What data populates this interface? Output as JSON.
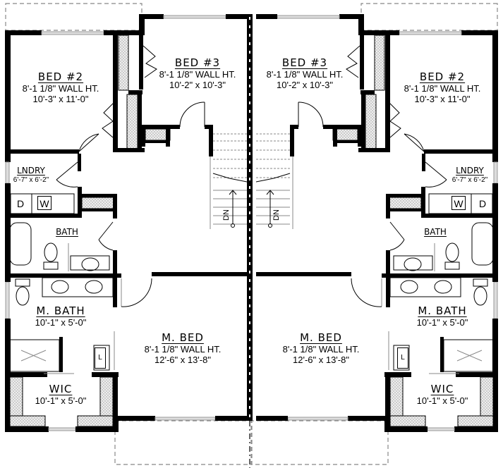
{
  "plan": {
    "type": "duplex-upper-floor",
    "units": [
      {
        "side": "left",
        "rooms": {
          "bed2": {
            "name": "BED #2",
            "wall_height": "8'-1 1/8\" WALL HT.",
            "dims": "10'-3\" x 11'-0\""
          },
          "bed3": {
            "name": "BED #3",
            "wall_height": "8'-1 1/8\" WALL HT.",
            "dims": "10'-2\" x 10'-3\""
          },
          "laundry": {
            "name": "LNDRY",
            "dims": "6'-7\" x 6'-2\""
          },
          "bath": {
            "name": "BATH"
          },
          "master_bath": {
            "name": "M. BATH",
            "dims": "10'-1\" x 5'-0\""
          },
          "master_bed": {
            "name": "M. BED",
            "wall_height": "8'-1 1/8\" WALL HT.",
            "dims": "12'-6\" x 13'-8\""
          },
          "wic": {
            "name": "WIC",
            "dims": "10'-1\" x 5'-0\""
          }
        },
        "appliances": {
          "dryer": "D",
          "washer": "W",
          "linen": "L"
        },
        "stairs_label": "DN"
      },
      {
        "side": "right",
        "rooms": {
          "bed2": {
            "name": "BED #2",
            "wall_height": "8'-1 1/8\" WALL HT.",
            "dims": "10'-3\" x 11'-0\""
          },
          "bed3": {
            "name": "BED #3",
            "wall_height": "8'-1 1/8\" WALL HT.",
            "dims": "10'-2\" x 10'-3\""
          },
          "laundry": {
            "name": "LNDRY",
            "dims": "6'-7\" x 6'-2\""
          },
          "bath": {
            "name": "BATH"
          },
          "master_bath": {
            "name": "M. BATH",
            "dims": "10'-1\" x 5'-0\""
          },
          "master_bed": {
            "name": "M. BED",
            "wall_height": "8'-1 1/8\" WALL HT.",
            "dims": "12'-6\" x 13'-8\""
          },
          "wic": {
            "name": "WIC",
            "dims": "10'-1\" x 5'-0\""
          }
        },
        "appliances": {
          "dryer": "D",
          "washer": "W",
          "linen": "L"
        },
        "stairs_label": "DN"
      }
    ]
  }
}
